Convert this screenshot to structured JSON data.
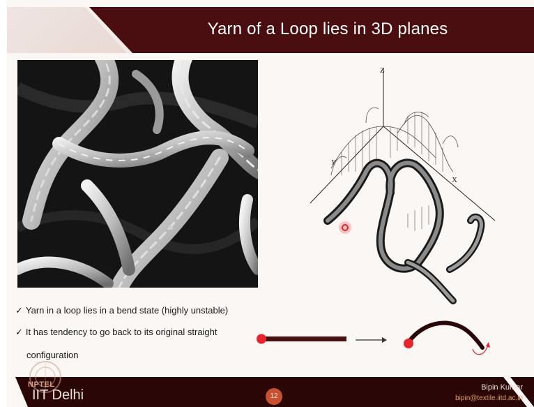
{
  "slide": {
    "title": "Yarn of a Loop lies in 3D planes",
    "page_number": "12"
  },
  "photo": {
    "description_icon": "knitted-yarn-micrograph"
  },
  "diagram": {
    "axis_labels": {
      "z": "Z",
      "y": "Y",
      "x": "X"
    }
  },
  "bullets": [
    {
      "tick": "✓",
      "text": "Yarn in a loop lies in a bend state (highly unstable)"
    },
    {
      "tick": "✓",
      "text": "It has tendency to go back to its original straight",
      "continuation": "configuration"
    }
  ],
  "footer": {
    "logo_text": "NPTEL",
    "institute": "IIT Delhi",
    "author": "Bipin Kumar",
    "email": "bipin@textile.iitd.ac.in"
  },
  "colors": {
    "header": "#4a0d10",
    "footer": "#2b0607",
    "accent_red": "#e8242a",
    "page_badge": "#c8502c"
  }
}
